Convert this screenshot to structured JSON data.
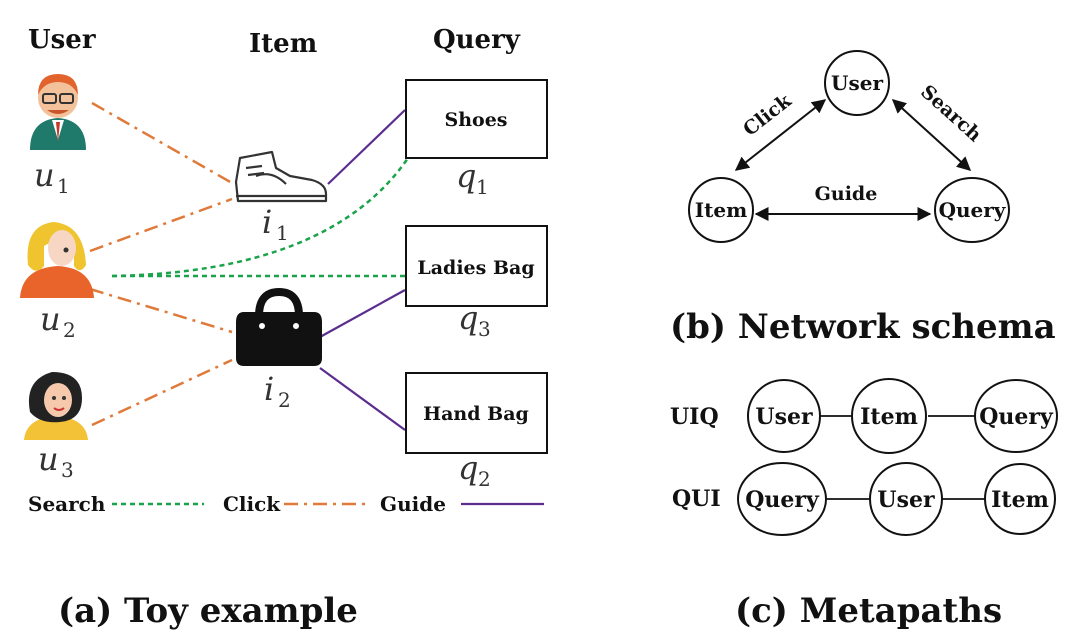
{
  "toy": {
    "headers": {
      "user": "User",
      "item": "Item",
      "query": "Query"
    },
    "users": [
      {
        "var": "u",
        "sub": "1"
      },
      {
        "var": "u",
        "sub": "2"
      },
      {
        "var": "u",
        "sub": "3"
      }
    ],
    "items": [
      {
        "var": "i",
        "sub": "1"
      },
      {
        "var": "i",
        "sub": "2"
      }
    ],
    "queries": [
      {
        "label": "Shoes",
        "var": "q",
        "sub": "1"
      },
      {
        "label": "Ladies Bag",
        "var": "q",
        "sub": "3"
      },
      {
        "label": "Hand Bag",
        "var": "q",
        "sub": "2"
      }
    ],
    "legend": {
      "search": "Search",
      "click": "Click",
      "guide": "Guide"
    },
    "caption": "(a) Toy example"
  },
  "schema": {
    "nodes": {
      "user": "User",
      "item": "Item",
      "query": "Query"
    },
    "edges": {
      "click": "Click",
      "search": "Search",
      "guide": "Guide"
    },
    "caption": "(b) Network schema"
  },
  "metapaths": {
    "paths": [
      {
        "name": "UIQ",
        "nodes": [
          "User",
          "Item",
          "Query"
        ]
      },
      {
        "name": "QUI",
        "nodes": [
          "Query",
          "User",
          "Item"
        ]
      }
    ],
    "caption": "(c) Metapaths"
  },
  "colors": {
    "search": "#1aa34a",
    "click": "#e07a3a",
    "guide": "#5b2d8e",
    "text": "#111111"
  }
}
